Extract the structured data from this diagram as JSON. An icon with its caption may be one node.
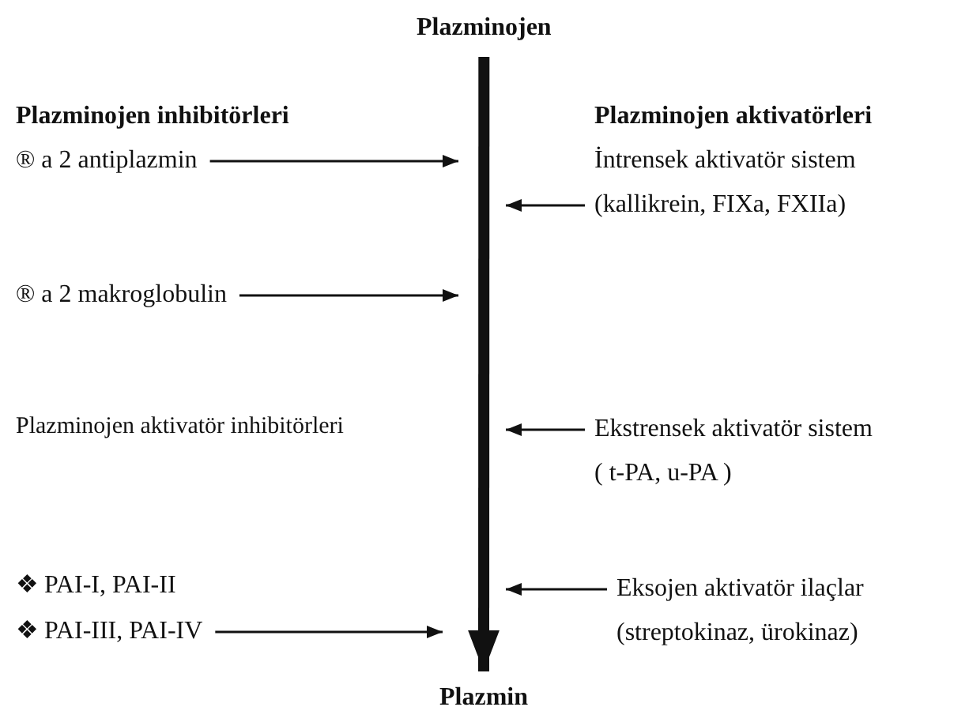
{
  "diagram": {
    "nodes": [
      {
        "text": [
          "Plazminojen"
        ]
      },
      {
        "text": [
          "Plazmin"
        ]
      },
      {
        "text": [
          "® a 2 antiplazmin"
        ]
      },
      {
        "text": [
          "® a 2 makroglobulin"
        ]
      },
      {
        "text": [
          "❖ PAI-III, PAI-IV"
        ]
      },
      {
        "text": [
          "İntrensek aktivatör sistem",
          "(kallikrein,  FIXa, FXIIa)"
        ]
      },
      {
        "text": [
          "Ekstrensek  aktivatör sistem",
          "( t-PA, u-PA )"
        ]
      },
      {
        "text": [
          "Eksojen aktivatör ilaçlar",
          "(streptokinaz, ürokinaz)"
        ]
      }
    ],
    "edges": [
      {
        "from": 0,
        "to": 1,
        "arrow": "to",
        "style": "thick"
      },
      {
        "from": 2,
        "to": null,
        "arrow": "to"
      },
      {
        "from": 3,
        "to": null,
        "arrow": "to"
      },
      {
        "from": 4,
        "to": 1,
        "arrow": "to"
      },
      {
        "from": 5,
        "to": null,
        "arrow": "to"
      },
      {
        "from": 6,
        "to": null,
        "arrow": "to"
      },
      {
        "from": 7,
        "to": null,
        "arrow": "to"
      }
    ],
    "labels": [
      "Plazminojen inhibitörleri",
      "Plazminojen aktivatörleri",
      "Plazminojen aktivatör inhibitörleri",
      "❖ PAI-I, PAI-II"
    ]
  }
}
